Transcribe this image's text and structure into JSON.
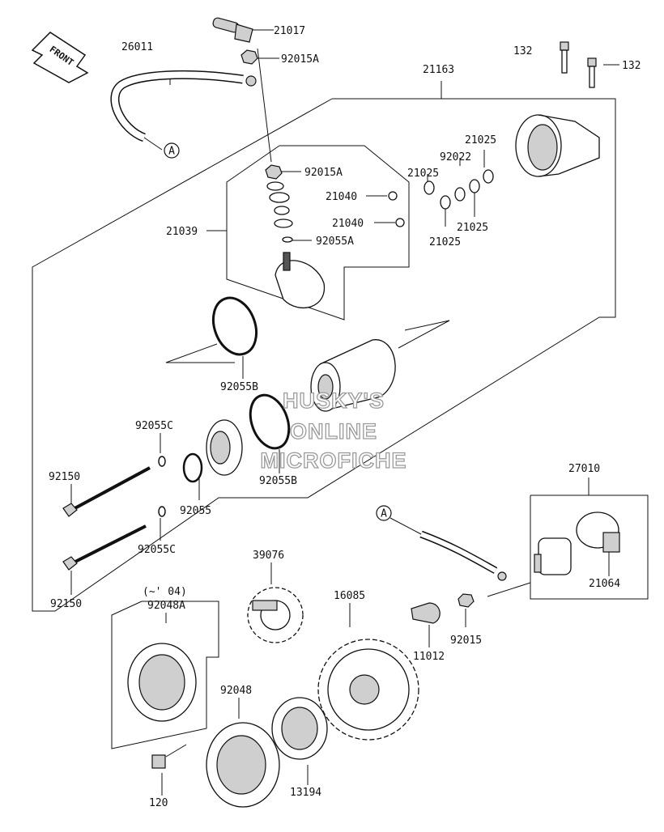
{
  "front_label": "FRONT",
  "ref_marker": "A",
  "note_years": "(~' 04)",
  "watermark": [
    "HUSKY'S",
    "ONLINE",
    "MICROFICHE"
  ],
  "parts": {
    "p21017": "21017",
    "p92015A_top": "92015A",
    "p26011": "26011",
    "p21163": "21163",
    "p132_left": "132",
    "p132_right": "132",
    "p92015A_mid": "92015A",
    "p21040_a": "21040",
    "p21040_b": "21040",
    "p21039": "21039",
    "p92055A": "92055A",
    "p21025_a": "21025",
    "p21025_b": "21025",
    "p21025_c": "21025",
    "p21025_d": "21025",
    "p92022": "92022",
    "p92055B_a": "92055B",
    "p92055B_b": "92055B",
    "p92055C_a": "92055C",
    "p92055C_b": "92055C",
    "p92150_a": "92150",
    "p92150_b": "92150",
    "p92055": "92055",
    "p27010": "27010",
    "p21064": "21064",
    "p39076": "39076",
    "p16085": "16085",
    "p92048A": "92048A",
    "p92048": "92048",
    "p11012": "11012",
    "p92015": "92015",
    "p13194": "13194",
    "p120": "120"
  }
}
